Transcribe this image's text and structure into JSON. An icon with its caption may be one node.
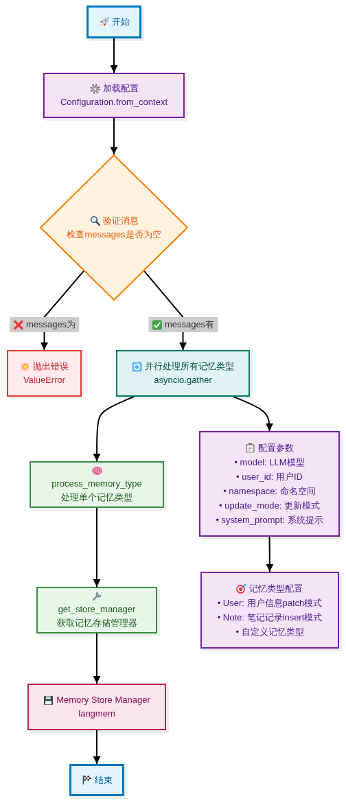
{
  "diagram": {
    "nodes": [
      {
        "text": [
          "开始"
        ]
      },
      {
        "text": [
          "加载配置",
          "Configuration.from_context"
        ]
      },
      {
        "text": [
          "验证消息",
          "检查messages是否为空"
        ]
      },
      {
        "text": [
          "抛出错误",
          "ValueError"
        ]
      },
      {
        "text": [
          "并行处理所有记忆类型",
          "asyncio.gather"
        ]
      },
      {
        "text": [
          "process_memory_type",
          "处理单个记忆类型"
        ]
      },
      {
        "text": [
          "get_store_manager",
          "获取记忆存储管理器"
        ]
      },
      {
        "text": [
          "Memory Store Manager",
          "langmem"
        ]
      },
      {
        "text": [
          "结束"
        ]
      },
      {
        "text": [
          "配置参数",
          "• model: LLM模型",
          "• user_id: 用户ID",
          "• namespace: 命名空间",
          "• update_mode: 更新模式",
          "• system_prompt: 系统提示"
        ]
      },
      {
        "text": [
          "记忆类型配置",
          "• User: 用户信息patch模式",
          "• Note: 笔记记录insert模式",
          "• 自定义记忆类型"
        ]
      }
    ],
    "edges": [
      {
        "from": 0,
        "to": 1,
        "arrow": "to"
      },
      {
        "from": 1,
        "to": 2,
        "arrow": "to"
      },
      {
        "from": 2,
        "to": 3,
        "arrow": "to",
        "label": "messages为"
      },
      {
        "from": 2,
        "to": 4,
        "arrow": "to",
        "label": "messages有"
      },
      {
        "from": 4,
        "to": 5,
        "arrow": "to"
      },
      {
        "from": 4,
        "to": 9,
        "arrow": "to"
      },
      {
        "from": 5,
        "to": 6,
        "arrow": "to"
      },
      {
        "from": 6,
        "to": 7,
        "arrow": "to"
      },
      {
        "from": 7,
        "to": 8,
        "arrow": "to"
      },
      {
        "from": 9,
        "to": 10,
        "arrow": "to"
      }
    ]
  }
}
